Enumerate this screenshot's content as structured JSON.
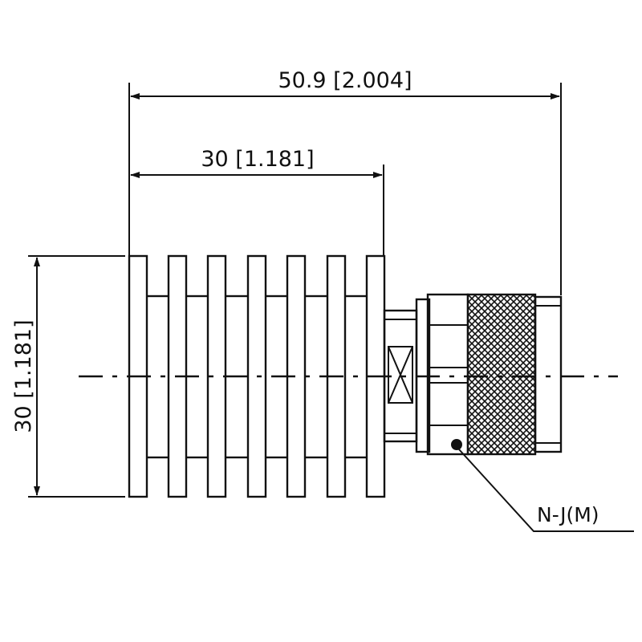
{
  "dimensions": {
    "overall_length": "50.9 [2.004]",
    "body_length": "30 [1.181]",
    "body_height": "30 [1.181]"
  },
  "connector_label": "N-J(M)",
  "colors": {
    "line": "#111111",
    "background": "#ffffff"
  }
}
